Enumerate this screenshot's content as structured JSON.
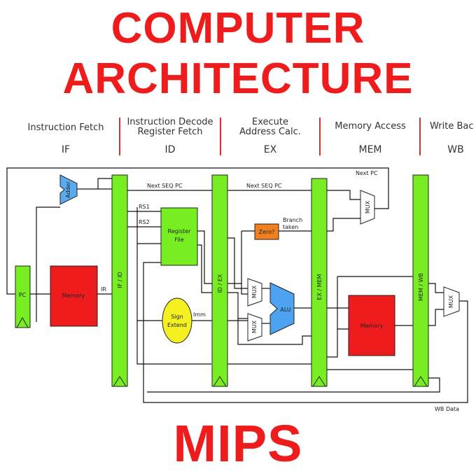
{
  "title": {
    "line1": "COMPUTER",
    "line2": "ARCHITECTURE",
    "line3": "MIPS"
  },
  "stages": [
    {
      "name_line1": "Instruction Fetch",
      "name_line2": "",
      "abbr": "IF"
    },
    {
      "name_line1": "Instruction Decode",
      "name_line2": "Register Fetch",
      "abbr": "ID"
    },
    {
      "name_line1": "Execute",
      "name_line2": "Address Calc.",
      "abbr": "EX"
    },
    {
      "name_line1": "Memory Access",
      "name_line2": "",
      "abbr": "MEM"
    },
    {
      "name_line1": "Write Bac",
      "name_line2": "",
      "abbr": "WB"
    }
  ],
  "blocks": {
    "pc": "PC",
    "adder": "Adder",
    "instr_memory": "Memory",
    "if_id": "IF / ID",
    "register_file_line1": "Register",
    "register_file_line2": "File",
    "sign_extend_line1": "Sign",
    "sign_extend_line2": "Extend",
    "id_ex": "ID / EX",
    "zero": "Zero?",
    "mux": "MUX",
    "alu": "ALU",
    "ex_mem": "EX / MEM",
    "data_memory": "Memory",
    "mem_wb": "MEM / WB"
  },
  "labels": {
    "next_seq_pc_1": "Next SEQ PC",
    "next_seq_pc_2": "Next SEQ PC",
    "next_pc": "Next PC",
    "rs1": "RS1",
    "rs2": "RS2",
    "ir": "IR",
    "imm": "Imm",
    "branch_line1": "Branch",
    "branch_line2": "taken",
    "wb_data": "WB Data"
  },
  "colors": {
    "title_red": "#ee1c1c",
    "pipeline_green": "#77ee22",
    "memory_red": "#ee1c1c",
    "adder_blue": "#5aaaf0",
    "alu_blue": "#4da3f0",
    "zero_orange": "#f08020",
    "sign_yellow": "#f5f020",
    "divider_red": "#d83030"
  }
}
